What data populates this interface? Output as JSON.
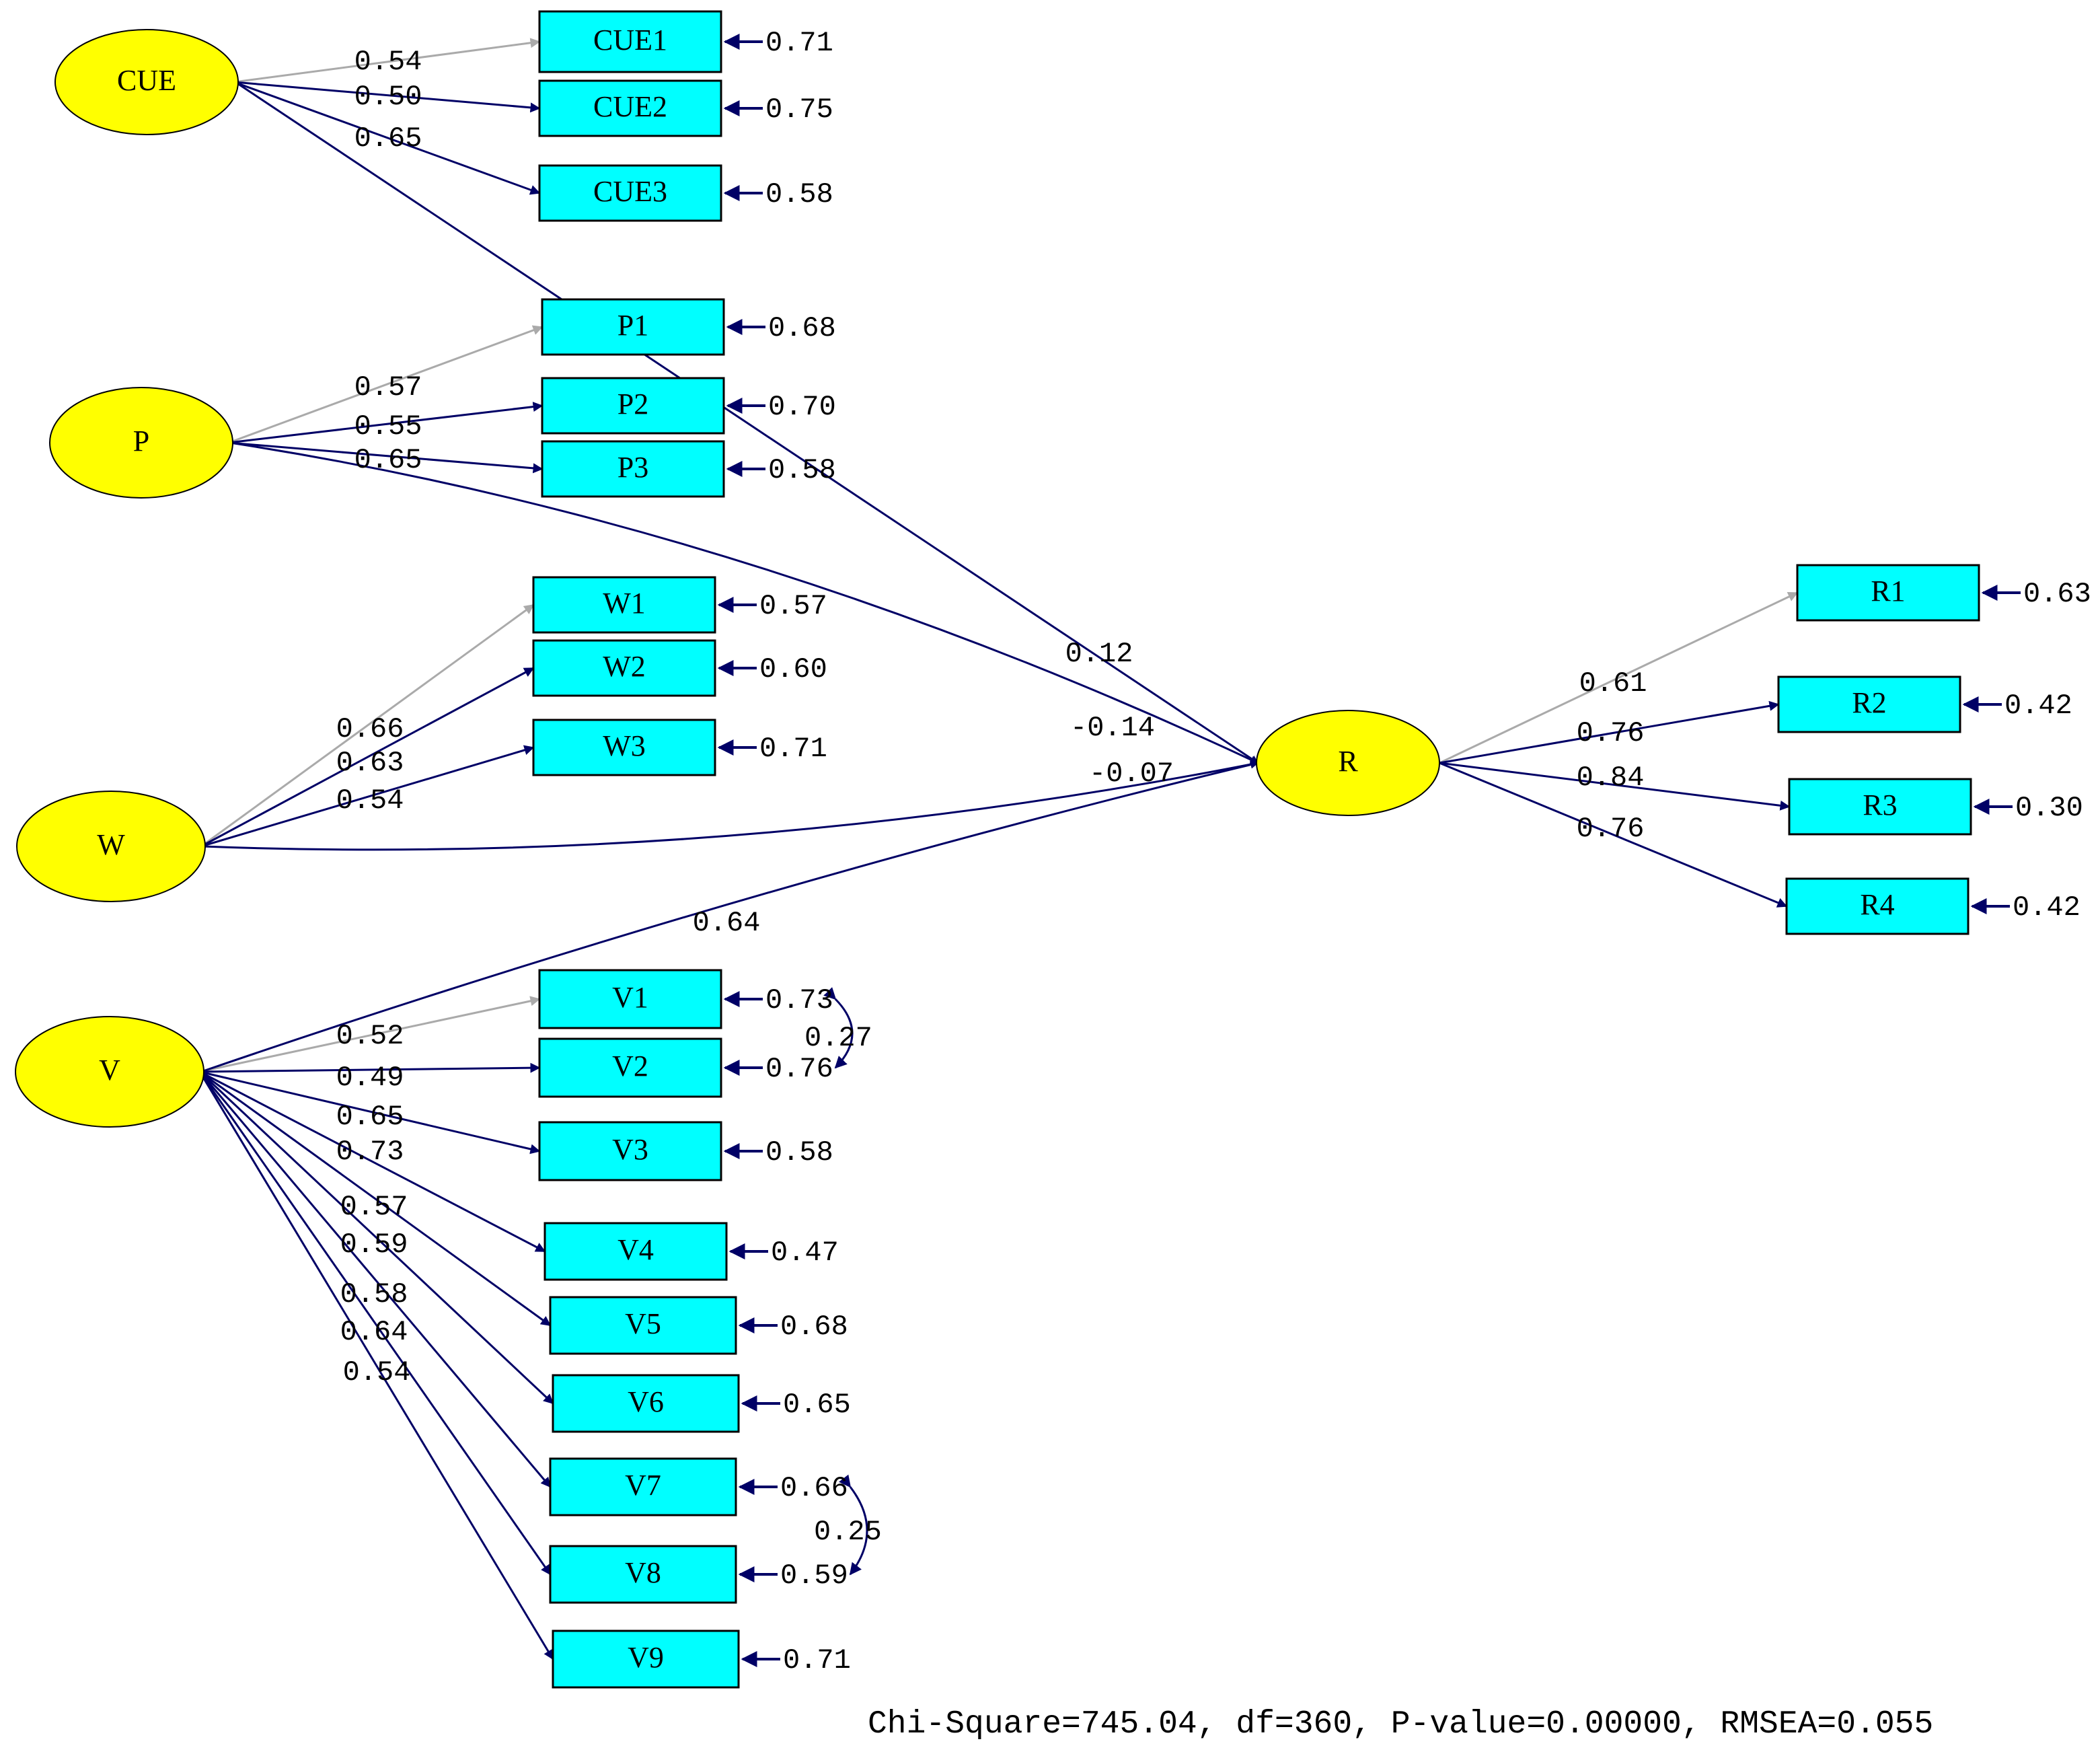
{
  "colors": {
    "latent_fill": "#ffff00",
    "observed_fill": "#00ffff",
    "path": "#000066",
    "fixed_path": "#aaaaaa"
  },
  "latents": [
    {
      "id": "CUE",
      "label": "CUE"
    },
    {
      "id": "P",
      "label": "P"
    },
    {
      "id": "W",
      "label": "W"
    },
    {
      "id": "V",
      "label": "V"
    },
    {
      "id": "R",
      "label": "R"
    }
  ],
  "indicators": [
    {
      "id": "CUE1",
      "label": "CUE1",
      "latent": "CUE",
      "loading": "0.54",
      "error": "0.71",
      "fixed": true
    },
    {
      "id": "CUE2",
      "label": "CUE2",
      "latent": "CUE",
      "loading": "0.50",
      "error": "0.75",
      "fixed": false
    },
    {
      "id": "CUE3",
      "label": "CUE3",
      "latent": "CUE",
      "loading": "0.65",
      "error": "0.58",
      "fixed": false
    },
    {
      "id": "P1",
      "label": "P1",
      "latent": "P",
      "loading": "0.57",
      "error": "0.68",
      "fixed": true
    },
    {
      "id": "P2",
      "label": "P2",
      "latent": "P",
      "loading": "0.55",
      "error": "0.70",
      "fixed": false
    },
    {
      "id": "P3",
      "label": "P3",
      "latent": "P",
      "loading": "0.65",
      "error": "0.58",
      "fixed": false
    },
    {
      "id": "W1",
      "label": "W1",
      "latent": "W",
      "loading": "0.66",
      "error": "0.57",
      "fixed": true
    },
    {
      "id": "W2",
      "label": "W2",
      "latent": "W",
      "loading": "0.63",
      "error": "0.60",
      "fixed": false
    },
    {
      "id": "W3",
      "label": "W3",
      "latent": "W",
      "loading": "0.54",
      "error": "0.71",
      "fixed": false
    },
    {
      "id": "V1",
      "label": "V1",
      "latent": "V",
      "loading": "0.52",
      "error": "0.73",
      "fixed": true
    },
    {
      "id": "V2",
      "label": "V2",
      "latent": "V",
      "loading": "0.49",
      "error": "0.76",
      "fixed": false
    },
    {
      "id": "V3",
      "label": "V3",
      "latent": "V",
      "loading": "0.65",
      "error": "0.58",
      "fixed": false
    },
    {
      "id": "V4",
      "label": "V4",
      "latent": "V",
      "loading": "0.73",
      "error": "0.47",
      "fixed": false
    },
    {
      "id": "V5",
      "label": "V5",
      "latent": "V",
      "loading": "0.57",
      "error": "0.68",
      "fixed": false
    },
    {
      "id": "V6",
      "label": "V6",
      "latent": "V",
      "loading": "0.59",
      "error": "0.65",
      "fixed": false
    },
    {
      "id": "V7",
      "label": "V7",
      "latent": "V",
      "loading": "0.58",
      "error": "0.66",
      "fixed": false
    },
    {
      "id": "V8",
      "label": "V8",
      "latent": "V",
      "loading": "0.64",
      "error": "0.59",
      "fixed": false
    },
    {
      "id": "V9",
      "label": "V9",
      "latent": "V",
      "loading": "0.54",
      "error": "0.71",
      "fixed": false
    },
    {
      "id": "R1",
      "label": "R1",
      "latent": "R",
      "loading": "0.61",
      "error": "0.63",
      "fixed": true
    },
    {
      "id": "R2",
      "label": "R2",
      "latent": "R",
      "loading": "0.76",
      "error": "0.42",
      "fixed": false
    },
    {
      "id": "R3",
      "label": "R3",
      "latent": "R",
      "loading": "0.84",
      "error": "0.30",
      "fixed": false
    },
    {
      "id": "R4",
      "label": "R4",
      "latent": "R",
      "loading": "0.76",
      "error": "0.42",
      "fixed": false
    }
  ],
  "structural_paths": [
    {
      "from": "CUE",
      "to": "R",
      "coef": "0.12"
    },
    {
      "from": "P",
      "to": "R",
      "coef": "-0.14"
    },
    {
      "from": "W",
      "to": "R",
      "coef": "-0.07"
    },
    {
      "from": "V",
      "to": "R",
      "coef": "0.64"
    }
  ],
  "error_covariances": [
    {
      "between": [
        "V1",
        "V2"
      ],
      "value": "0.27"
    },
    {
      "between": [
        "V7",
        "V8"
      ],
      "value": "0.25"
    }
  ],
  "fit_statistics": "Chi-Square=745.04, df=360, P-value=0.00000, RMSEA=0.055"
}
